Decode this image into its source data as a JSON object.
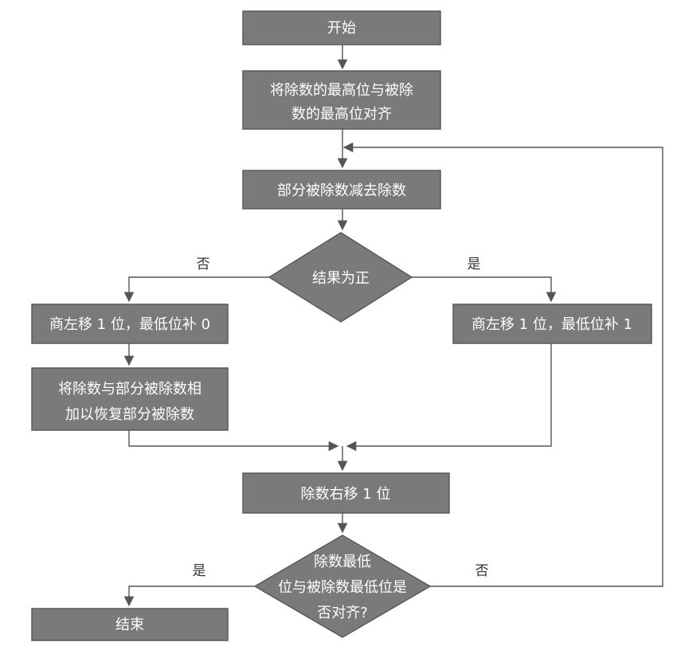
{
  "colors": {
    "node_fill": "#7a7a7a",
    "node_text": "#ffffff",
    "line": "#555555",
    "label": "#333333"
  },
  "nodes": {
    "start": "开始",
    "align_line1": "将除数的最高位与被除",
    "align_line2": "数的最高位对齐",
    "subtract": "部分被除数减去除数",
    "decision_positive": "结果为正",
    "shift_zero": "商左移 1 位，最低位补 0",
    "shift_one": "商左移 1 位，最低位补 1",
    "restore_line1": "将除数与部分被除数相",
    "restore_line2": "加以恢复部分被除数",
    "shift_divisor": "除数右移 1 位",
    "decision_aligned_line1": "除数最低",
    "decision_aligned_line2": "位与被除数最低位是",
    "decision_aligned_line3": "否对齐?",
    "end": "结束"
  },
  "edges": {
    "positive_no": "否",
    "positive_yes": "是",
    "aligned_yes": "是",
    "aligned_no": "否"
  }
}
